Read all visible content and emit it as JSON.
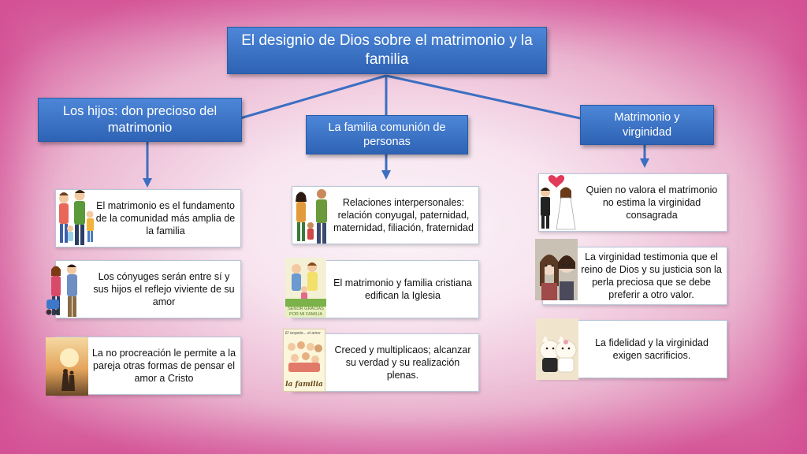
{
  "title": "El designio de Dios sobre el matrimonio y la familia",
  "branches": [
    {
      "label": "Los hijos: don precioso del matrimonio",
      "items": [
        "El matrimonio es el fundamento de la comunidad más amplia de la familia",
        "Los cónyuges serán entre sí y sus hijos el reflejo viviente de su amor",
        "La no procreación le permite a la pareja otras formas de pensar el amor a Cristo"
      ]
    },
    {
      "label": "La familia comunión de personas",
      "items": [
        "Relaciones interpersonales: relación conyugal, paternidad, maternidad, filiación, fraternidad",
        "El matrimonio y familia cristiana edifican la Iglesia",
        "Creced y multiplicaos; alcanzar su verdad y su realización plenas."
      ]
    },
    {
      "label": "Matrimonio y virginidad",
      "items": [
        "Quien no valora el matrimonio no estima la virginidad consagrada",
        "La virginidad testimonia que el reino de Dios y su justicia son la perla preciosa que se debe preferir a otro valor.",
        "La fidelidad y la virginidad exigen sacrificios."
      ]
    }
  ],
  "images": {
    "book_caption": "SEÑOR GRACIAS POR MI FAMILIA",
    "poster_top": "El respeto... el amor",
    "poster_bottom": "la familia"
  },
  "colors": {
    "header_blue": "#3a71c4",
    "arrow_blue": "#3c6fc2",
    "border_pink": "#d96aa4"
  }
}
